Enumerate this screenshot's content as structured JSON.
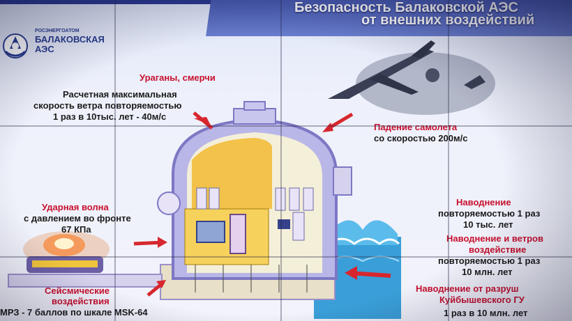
{
  "slide": {
    "title_line1": "Безопасность Балаковской АЭС",
    "title_line2": "от внешних воздействий"
  },
  "logo": {
    "subtitle": "РОСЭНЕРГОАТОМ",
    "name": "БАЛАКОВСКАЯ АЭС"
  },
  "hazards": {
    "hurricane_title": "Ураганы, смерчи",
    "hurricane_line1": "Расчетная максимальная",
    "hurricane_line2": "скорость ветра повторяемостью",
    "hurricane_line3": "1 раз в 10тыс. лет - 40м/с",
    "plane_line1": "Падение самолета",
    "plane_line2": "со скоростью 200м/с",
    "shock_title": "Ударная волна",
    "shock_line1": "с давлением во фронте",
    "shock_line2": "67 КПа",
    "seismic_title1": "Сейсмические",
    "seismic_title2": "воздействия",
    "seismic_line": "МРЗ - 7 баллов по шкале MSK-64",
    "flood1_title": "Наводнение",
    "flood1_line1": "повторяемостью 1 раз",
    "flood1_line2": "10 тыс. лет",
    "flood2_title1": "Наводнение и ветров",
    "flood2_title2": "воздействие",
    "flood2_line1": "повторяемостью 1 раз",
    "flood2_line2": "10 млн. лет",
    "flood3_title1": "Наводнение от разруш",
    "flood3_title2": "Куйбышевского ГУ",
    "flood3_line1": "1 раз в 10 млн. лет"
  },
  "colors": {
    "title_band": "#4a5cb8",
    "accent_red": "#c8102e",
    "containment": "#b9b6e8",
    "reactor_hall": "#f2c24a",
    "water": "#3a9fd8"
  },
  "icons": [
    "airplane-icon",
    "explosion-icon",
    "water-waves-icon",
    "logo-emblem-icon"
  ]
}
